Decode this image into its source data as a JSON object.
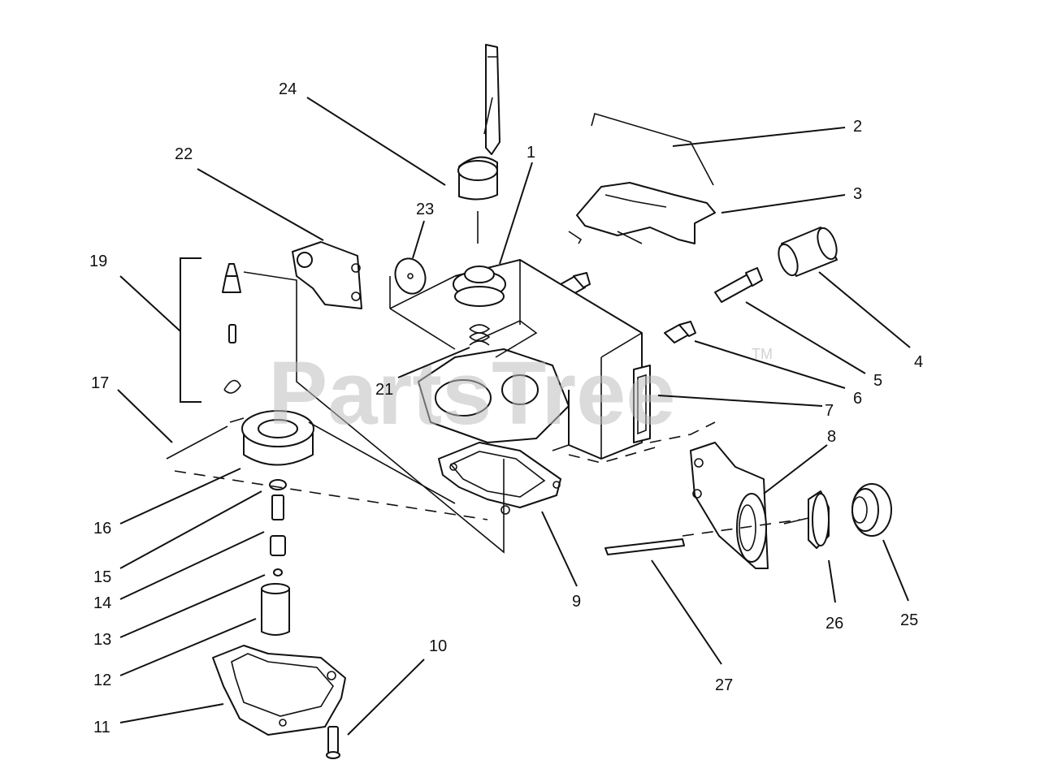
{
  "watermark": {
    "text": "PartsTree",
    "trademark": "TM"
  },
  "callouts": [
    {
      "id": "c1",
      "label": "1"
    },
    {
      "id": "c2",
      "label": "2"
    },
    {
      "id": "c3",
      "label": "3"
    },
    {
      "id": "c4",
      "label": "4"
    },
    {
      "id": "c5",
      "label": "5"
    },
    {
      "id": "c6",
      "label": "6"
    },
    {
      "id": "c7",
      "label": "7"
    },
    {
      "id": "c8",
      "label": "8"
    },
    {
      "id": "c9",
      "label": "9"
    },
    {
      "id": "c10",
      "label": "10"
    },
    {
      "id": "c11",
      "label": "11"
    },
    {
      "id": "c12",
      "label": "12"
    },
    {
      "id": "c13",
      "label": "13"
    },
    {
      "id": "c14",
      "label": "14"
    },
    {
      "id": "c15",
      "label": "15"
    },
    {
      "id": "c16",
      "label": "16"
    },
    {
      "id": "c17",
      "label": "17"
    },
    {
      "id": "c19",
      "label": "19"
    },
    {
      "id": "c21",
      "label": "21"
    },
    {
      "id": "c22",
      "label": "22"
    },
    {
      "id": "c23",
      "label": "23"
    },
    {
      "id": "c24",
      "label": "24"
    },
    {
      "id": "c25",
      "label": "25"
    },
    {
      "id": "c26",
      "label": "26"
    },
    {
      "id": "c27",
      "label": "27"
    }
  ]
}
